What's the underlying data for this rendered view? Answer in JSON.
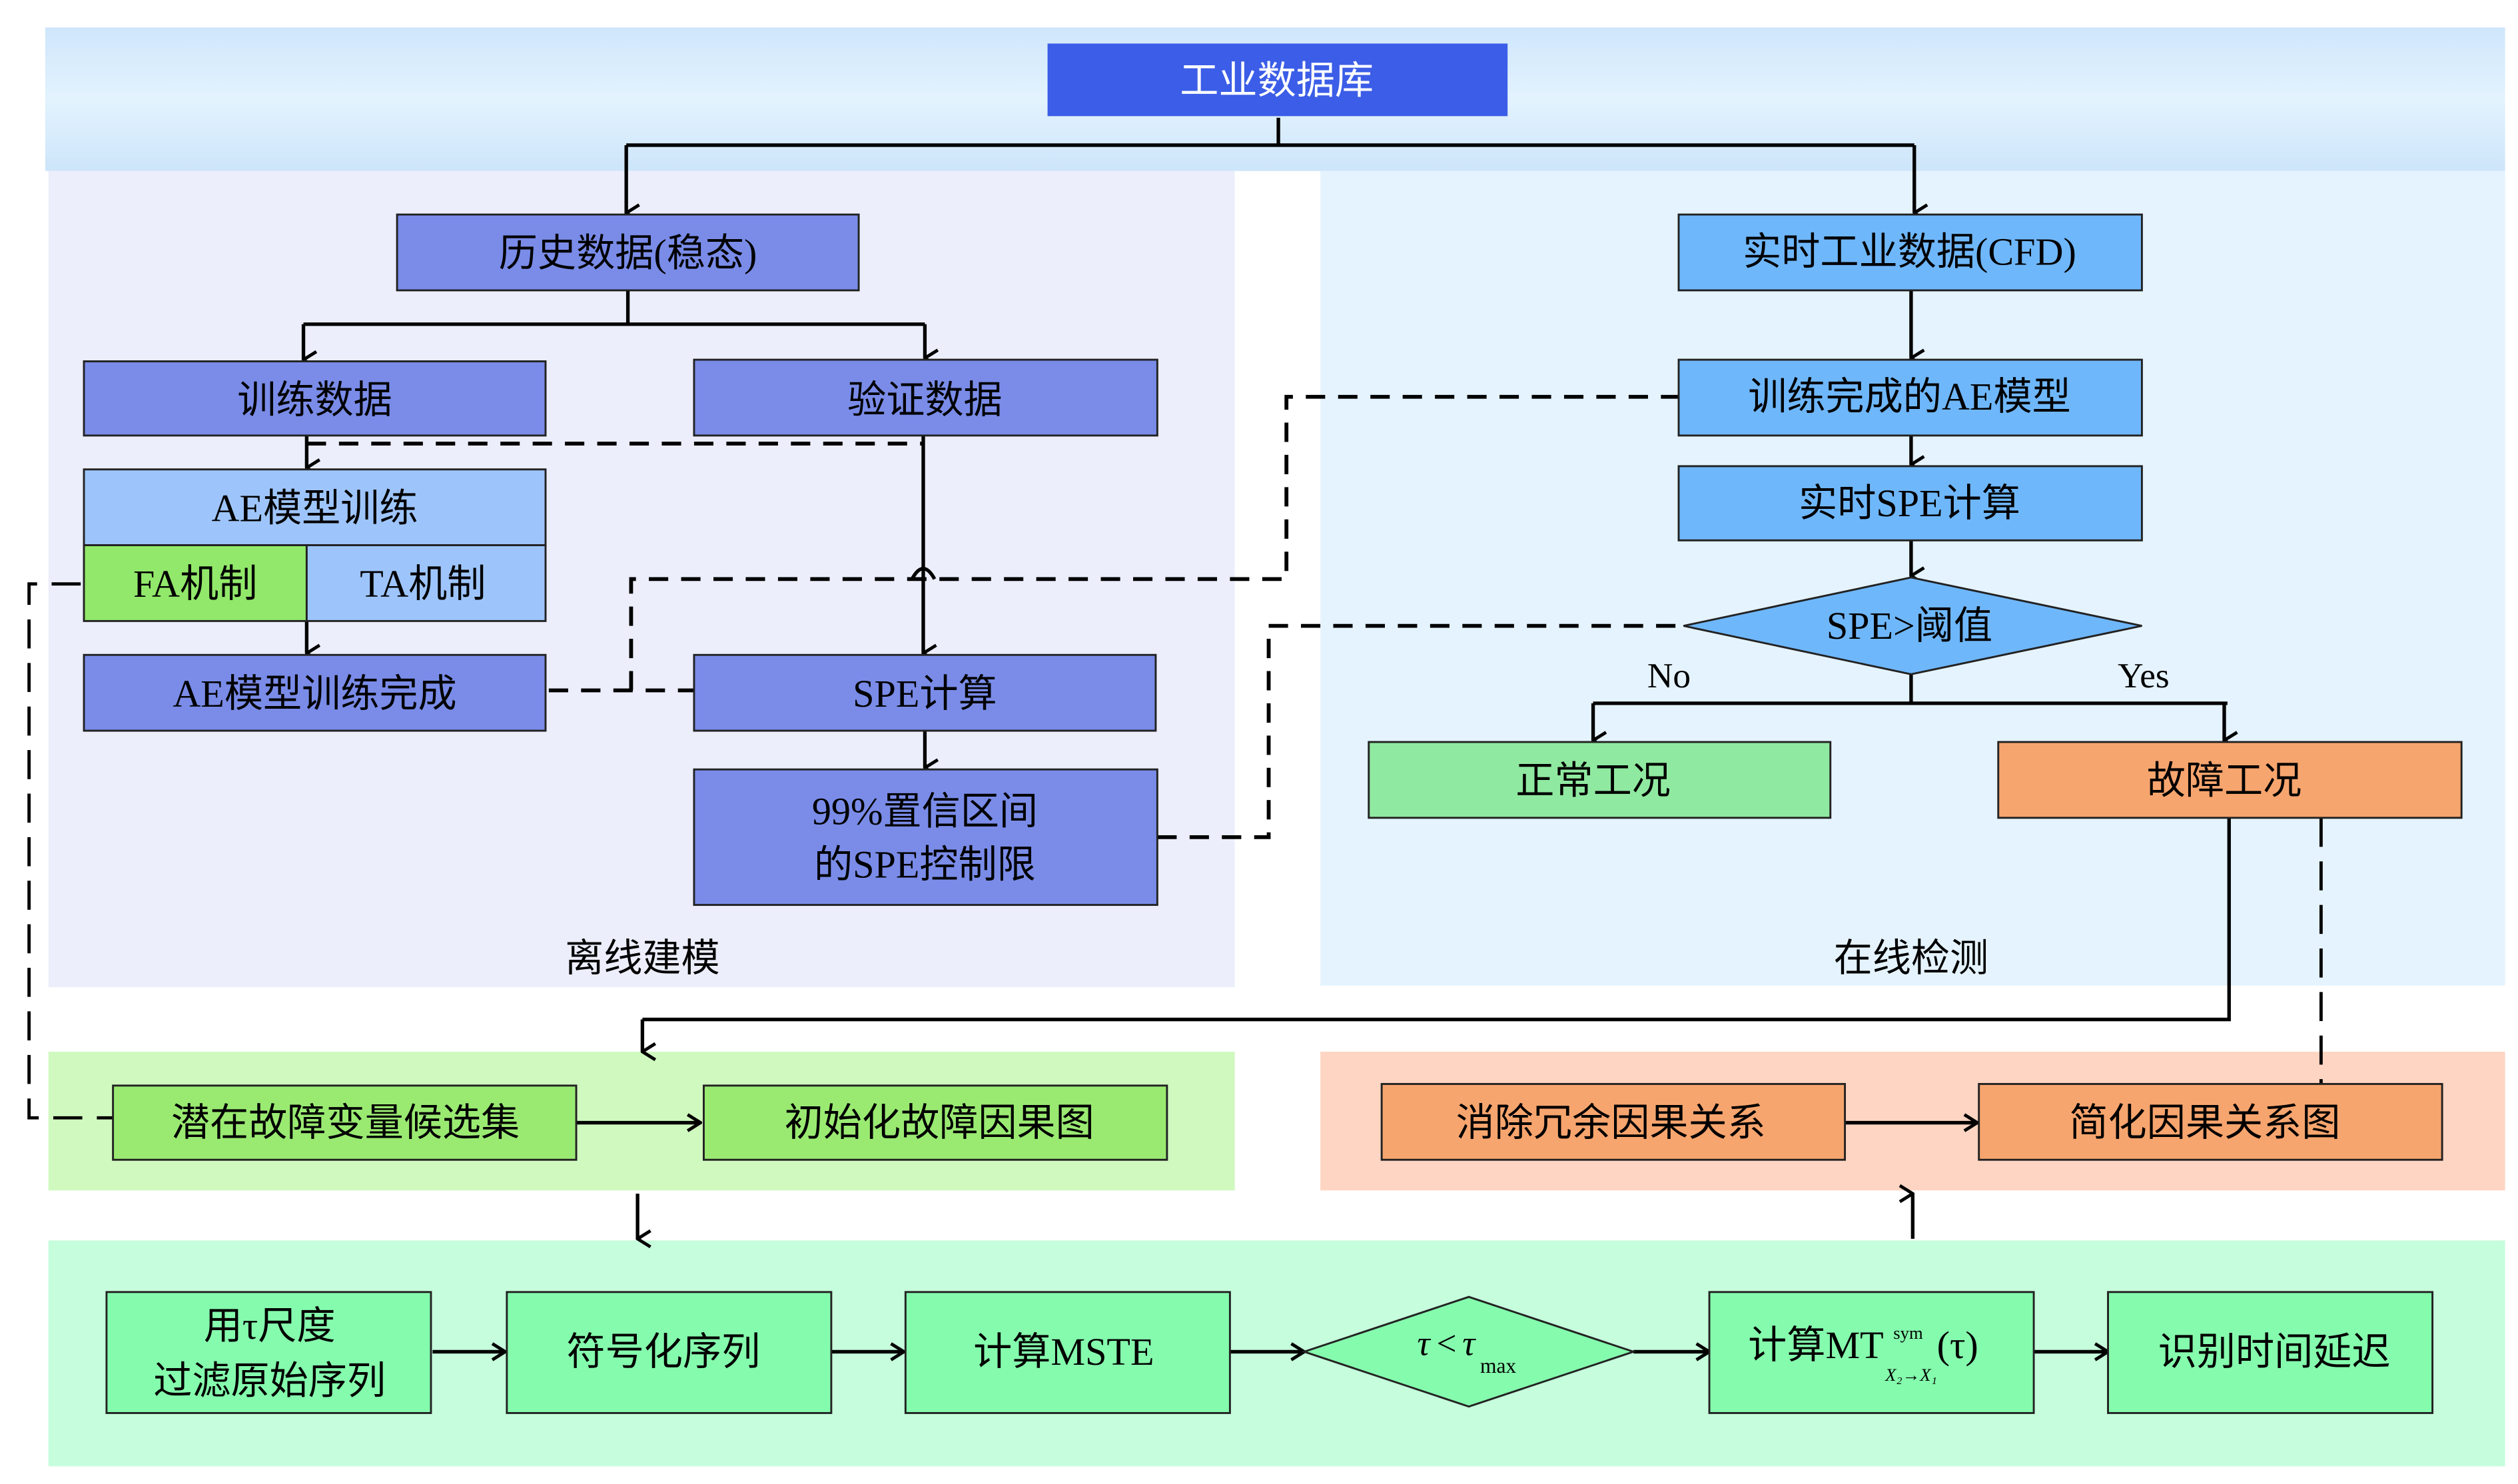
{
  "title": "工业数据库",
  "regions": {
    "offline": "离线建模",
    "online": "在线检测"
  },
  "offline": {
    "history": "历史数据(稳态)",
    "train_data": "训练数据",
    "valid_data": "验证数据",
    "ae_train": "AE模型训练",
    "fa": "FA机制",
    "ta": "TA机制",
    "ae_done": "AE模型训练完成",
    "spe_calc": "SPE计算",
    "limit_line1": "99%置信区间",
    "limit_line2": "的SPE控制限"
  },
  "online": {
    "realtime": "实时工业数据(CFD)",
    "trained_ae": "训练完成的AE模型",
    "rt_spe": "实时SPE计算",
    "decision": "SPE>阈值",
    "no": "No",
    "yes": "Yes",
    "normal": "正常工况",
    "fault": "故障工况"
  },
  "causal": {
    "candidates": "潜在故障变量候选集",
    "init_graph": "初始化故障因果图",
    "remove_redundant": "消除冗余因果关系",
    "simplified": "简化因果关系图"
  },
  "mste": {
    "filter_line1": "用τ尺度",
    "filter_line2": "过滤原始序列",
    "symbolize": "符号化序列",
    "calc_mste": "计算MSTE",
    "cond_tau": "τ",
    "cond_lt": "<",
    "cond_tau2": "τ",
    "cond_sub": "max",
    "calc_mt_prefix": "计算MT",
    "calc_mt_sup": "sym",
    "calc_mt_sub": "X₂→X₁",
    "calc_mt_arg": "(τ)",
    "identify": "识别时间延迟"
  },
  "colors": {
    "db_box": "#3b5de7",
    "offline_box": "#7a8ce8",
    "ae_train": "#9ec5fb",
    "fa_box": "#92e86a",
    "online_box": "#6fb7fb",
    "normal_box": "#90e9a0",
    "fault_box": "#f7a56e",
    "causal_box": "#9aea72",
    "mste_box": "#85fbad"
  }
}
